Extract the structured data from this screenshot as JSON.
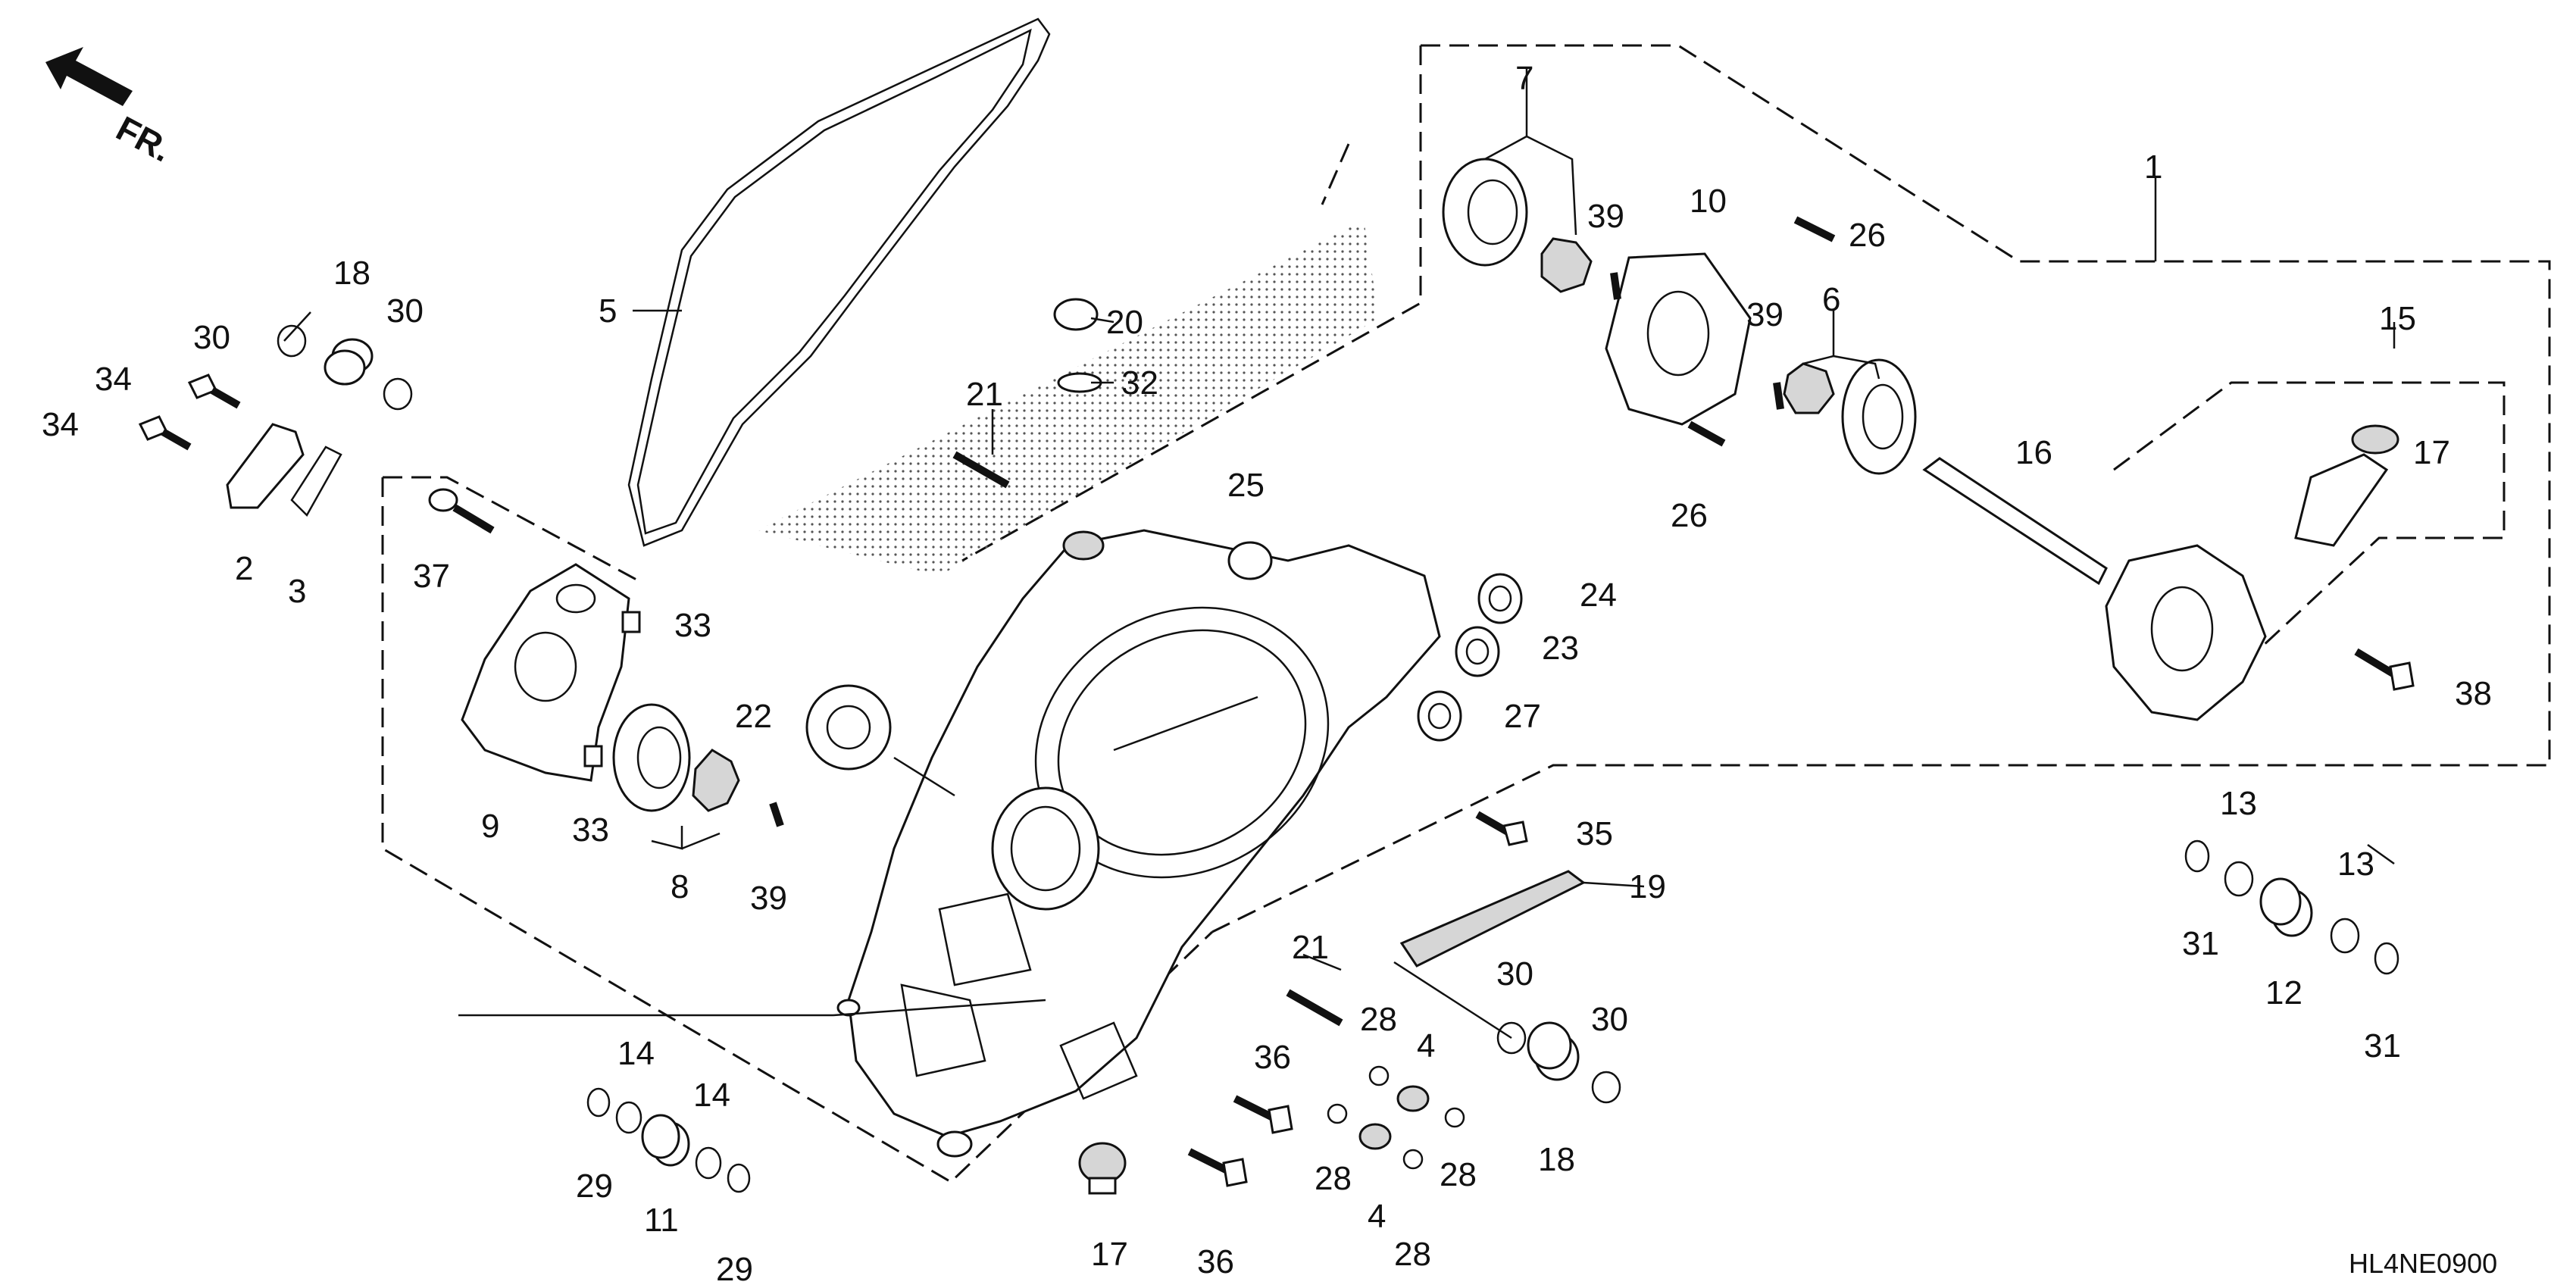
{
  "direction_label": "FR.",
  "diagram_code": "HL4NE0900",
  "callouts": [
    {
      "id": "c1",
      "text": "1"
    },
    {
      "id": "c2",
      "text": "2"
    },
    {
      "id": "c3",
      "text": "3"
    },
    {
      "id": "c4a",
      "text": "4"
    },
    {
      "id": "c4b",
      "text": "4"
    },
    {
      "id": "c5",
      "text": "5"
    },
    {
      "id": "c6",
      "text": "6"
    },
    {
      "id": "c7",
      "text": "7"
    },
    {
      "id": "c8",
      "text": "8"
    },
    {
      "id": "c9",
      "text": "9"
    },
    {
      "id": "c10",
      "text": "10"
    },
    {
      "id": "c11",
      "text": "11"
    },
    {
      "id": "c12",
      "text": "12"
    },
    {
      "id": "c13a",
      "text": "13"
    },
    {
      "id": "c13b",
      "text": "13"
    },
    {
      "id": "c14a",
      "text": "14"
    },
    {
      "id": "c14b",
      "text": "14"
    },
    {
      "id": "c15",
      "text": "15"
    },
    {
      "id": "c16",
      "text": "16"
    },
    {
      "id": "c17a",
      "text": "17"
    },
    {
      "id": "c17b",
      "text": "17"
    },
    {
      "id": "c18a",
      "text": "18"
    },
    {
      "id": "c18b",
      "text": "18"
    },
    {
      "id": "c19",
      "text": "19"
    },
    {
      "id": "c20",
      "text": "20"
    },
    {
      "id": "c21a",
      "text": "21"
    },
    {
      "id": "c21b",
      "text": "21"
    },
    {
      "id": "c22",
      "text": "22"
    },
    {
      "id": "c23",
      "text": "23"
    },
    {
      "id": "c24",
      "text": "24"
    },
    {
      "id": "c25",
      "text": "25"
    },
    {
      "id": "c26a",
      "text": "26"
    },
    {
      "id": "c26b",
      "text": "26"
    },
    {
      "id": "c27",
      "text": "27"
    },
    {
      "id": "c28a",
      "text": "28"
    },
    {
      "id": "c28b",
      "text": "28"
    },
    {
      "id": "c28c",
      "text": "28"
    },
    {
      "id": "c28d",
      "text": "28"
    },
    {
      "id": "c29a",
      "text": "29"
    },
    {
      "id": "c29b",
      "text": "29"
    },
    {
      "id": "c30a",
      "text": "30"
    },
    {
      "id": "c30b",
      "text": "30"
    },
    {
      "id": "c30c",
      "text": "30"
    },
    {
      "id": "c30d",
      "text": "30"
    },
    {
      "id": "c31a",
      "text": "31"
    },
    {
      "id": "c31b",
      "text": "31"
    },
    {
      "id": "c32",
      "text": "32"
    },
    {
      "id": "c33a",
      "text": "33"
    },
    {
      "id": "c33b",
      "text": "33"
    },
    {
      "id": "c34a",
      "text": "34"
    },
    {
      "id": "c34b",
      "text": "34"
    },
    {
      "id": "c35",
      "text": "35"
    },
    {
      "id": "c36a",
      "text": "36"
    },
    {
      "id": "c36b",
      "text": "36"
    },
    {
      "id": "c37",
      "text": "37"
    },
    {
      "id": "c38",
      "text": "38"
    },
    {
      "id": "c39a",
      "text": "39"
    },
    {
      "id": "c39b",
      "text": "39"
    },
    {
      "id": "c39c",
      "text": "39"
    }
  ]
}
